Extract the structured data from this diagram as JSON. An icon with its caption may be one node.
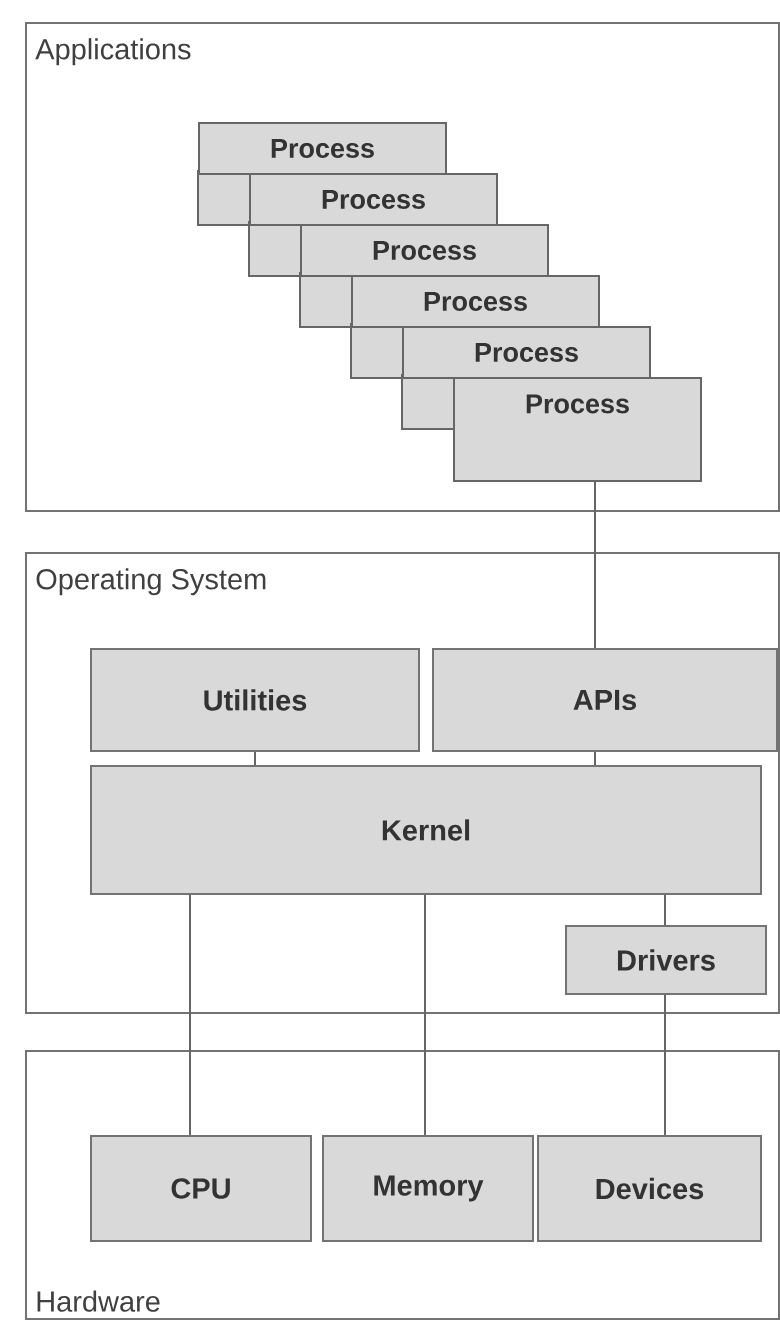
{
  "diagram": {
    "nodes": [
      {
        "text": [
          "Applications"
        ]
      },
      {
        "text": [
          "Process"
        ],
        "in": 0
      },
      {
        "text": [
          "Process"
        ],
        "in": 0
      },
      {
        "text": [
          "Process"
        ],
        "in": 0
      },
      {
        "text": [
          "Process"
        ],
        "in": 0
      },
      {
        "text": [
          "Process"
        ],
        "in": 0
      },
      {
        "text": [
          "Process"
        ],
        "in": 0
      },
      {
        "text": [
          "Operating System"
        ]
      },
      {
        "text": [
          "Utilities"
        ],
        "in": 7
      },
      {
        "text": [
          "APIs"
        ],
        "in": 7
      },
      {
        "text": [
          "Kernel"
        ],
        "in": 7
      },
      {
        "text": [
          "Drivers"
        ],
        "in": 7
      },
      {
        "text": [
          "Hardware"
        ]
      },
      {
        "text": [
          "CPU"
        ],
        "in": 12
      },
      {
        "text": [
          "Memory"
        ],
        "in": 12
      },
      {
        "text": [
          "Devices"
        ],
        "in": 12
      }
    ],
    "edges": [
      {
        "from": 6,
        "to": 9,
        "arrow": "none"
      },
      {
        "from": 8,
        "to": 10,
        "arrow": "none"
      },
      {
        "from": 9,
        "to": 10,
        "arrow": "none"
      },
      {
        "from": 10,
        "to": 13,
        "arrow": "none"
      },
      {
        "from": 10,
        "to": 14,
        "arrow": "none"
      },
      {
        "from": 10,
        "to": 11,
        "arrow": "none"
      },
      {
        "from": 11,
        "to": 15,
        "arrow": "none"
      }
    ]
  }
}
